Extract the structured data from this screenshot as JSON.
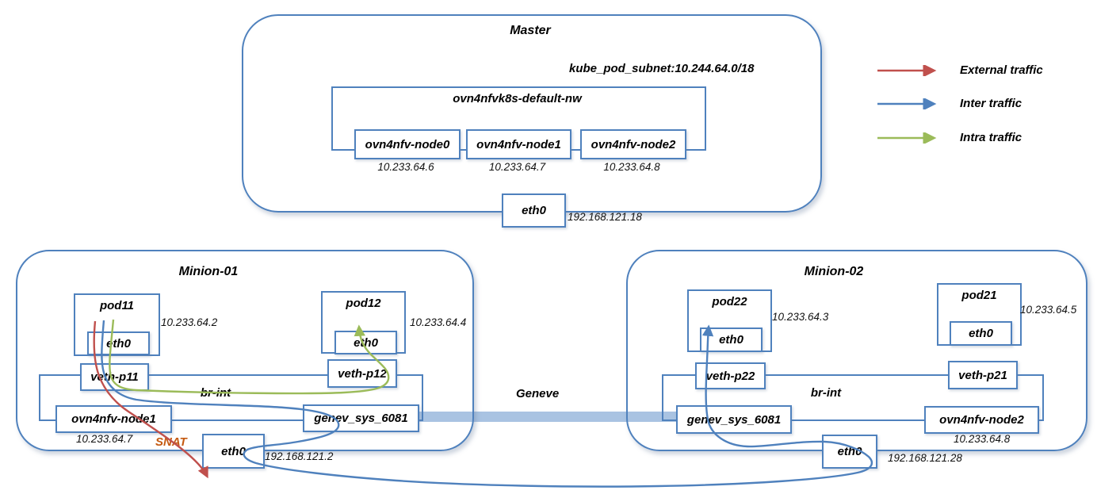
{
  "colors": {
    "border": "#4f81bd",
    "external": "#c0504d",
    "inter": "#4f81bd",
    "intra": "#9bbb59",
    "snat": "#c55a11",
    "band": "#a9c3e2"
  },
  "legend": {
    "items": [
      {
        "label": "External traffic",
        "color": "#c0504d"
      },
      {
        "label": "Inter traffic",
        "color": "#4f81bd"
      },
      {
        "label": "Intra traffic",
        "color": "#9bbb59"
      }
    ]
  },
  "master": {
    "title": "Master",
    "subnet_label": "kube_pod_subnet:10.244.64.0/18",
    "network": {
      "title": "ovn4nfvk8s-default-nw",
      "nodes": [
        {
          "name": "ovn4nfv-node0",
          "ip": "10.233.64.6"
        },
        {
          "name": "ovn4nfv-node1",
          "ip": "10.233.64.7"
        },
        {
          "name": "ovn4nfv-node2",
          "ip": "10.233.64.8"
        }
      ]
    },
    "eth": {
      "name": "eth0",
      "ip": "192.168.121.18"
    }
  },
  "minion1": {
    "title": "Minion-01",
    "pods": [
      {
        "name": "pod11",
        "ip": "10.233.64.2",
        "iface": "eth0"
      },
      {
        "name": "pod12",
        "ip": "10.233.64.4",
        "iface": "eth0"
      }
    ],
    "veths": [
      "veth-p11",
      "veth-p12"
    ],
    "bridge": "br-int",
    "node_port": {
      "name": "ovn4nfv-node1",
      "ip": "10.233.64.7"
    },
    "tunnel_port": "genev_sys_6081",
    "snat_label": "SNAT",
    "eth": {
      "name": "eth0",
      "ip": "192.168.121.2"
    }
  },
  "minion2": {
    "title": "Minion-02",
    "pods": [
      {
        "name": "pod22",
        "ip": "10.233.64.3",
        "iface": "eth0"
      },
      {
        "name": "pod21",
        "ip": "10.233.64.5",
        "iface": "eth0"
      }
    ],
    "veths": [
      "veth-p22",
      "veth-p21"
    ],
    "bridge": "br-int",
    "node_port": {
      "name": "ovn4nfv-node2",
      "ip": "10.233.64.8"
    },
    "tunnel_port": "genev_sys_6081",
    "eth": {
      "name": "eth0",
      "ip": "192.168.121.28"
    }
  },
  "tunnel": {
    "label": "Geneve"
  }
}
